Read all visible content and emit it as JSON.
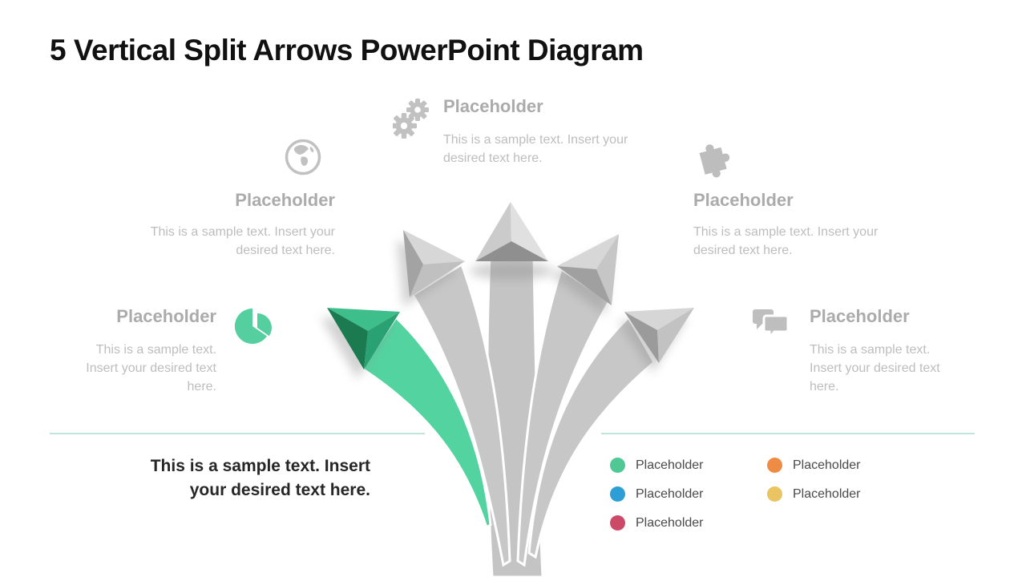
{
  "title": "5 Vertical Split Arrows PowerPoint Diagram",
  "sections": [
    {
      "id": "top-center",
      "title": "Placeholder",
      "body": "This is a sample text. Insert your desired text here.",
      "icon": "gears-icon"
    },
    {
      "id": "upper-left",
      "title": "Placeholder",
      "body": "This is a sample text. Insert your desired text here.",
      "icon": "globe-icon"
    },
    {
      "id": "upper-right",
      "title": "Placeholder",
      "body": "This is a sample text. Insert your desired text here.",
      "icon": "puzzle-icon"
    },
    {
      "id": "mid-left",
      "title": "Placeholder",
      "body": "This is a sample text. Insert your desired text here.",
      "icon": "pie-chart-icon",
      "accent": "#3CBE8E"
    },
    {
      "id": "mid-right",
      "title": "Placeholder",
      "body": "This is a sample text. Insert your desired text here.",
      "icon": "chat-icon"
    }
  ],
  "footer": {
    "line1": "This is a sample text. Insert",
    "line2": "your desired text here."
  },
  "legend": [
    {
      "label": "Placeholder",
      "color": "#4FC896"
    },
    {
      "label": "Placeholder",
      "color": "#2D9FD6"
    },
    {
      "label": "Placeholder",
      "color": "#CC4A67"
    },
    {
      "label": "Placeholder",
      "color": "#EE8C45"
    },
    {
      "label": "Placeholder",
      "color": "#EAC463"
    }
  ],
  "graphic": {
    "type": "5-vertical-split-arrows",
    "highlighted_arrow": "left (green)",
    "arrow_green": "#53D3A0",
    "arrow_green_head": [
      "#3EBE8B",
      "#1B7A50",
      "#2AA172"
    ],
    "arrow_gray": "#C7C7C7",
    "arrow_gray_head": [
      "#D9D9D9",
      "#A3A3A3",
      "#C2C2C2"
    ],
    "divider_color": "#BFE4DD",
    "heading_gray": "#ABABAB",
    "body_gray": "#BDBDBD"
  }
}
